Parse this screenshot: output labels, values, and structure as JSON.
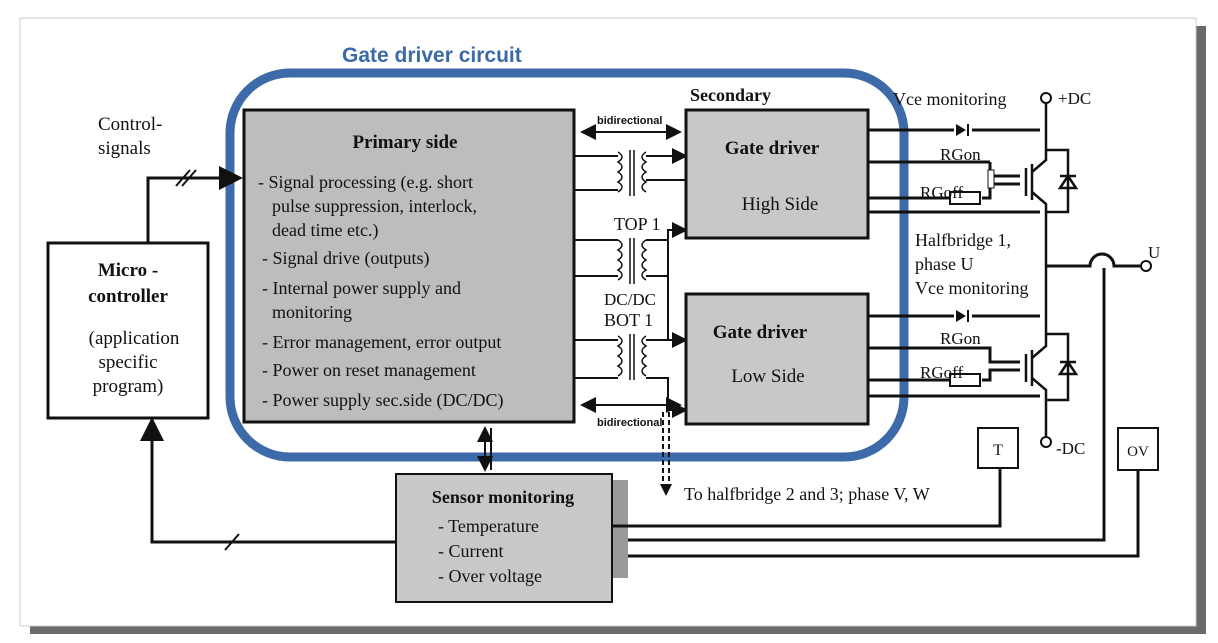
{
  "title": "Gate driver circuit",
  "control_signals": [
    "Control-",
    "signals"
  ],
  "microcontroller": {
    "lines": [
      "Micro -",
      "controller"
    ],
    "sub": [
      "(application",
      "specific",
      "program)"
    ]
  },
  "primary": {
    "title": "Primary side",
    "items": [
      "- Signal processing  (e.g. short",
      "pulse suppression, interlock,",
      "dead time etc.)",
      "- Signal drive (outputs)",
      "- Internal power supply and",
      "monitoring",
      "- Error management, error output",
      "- Power on reset management",
      "- Power supply sec.side (DC/DC)"
    ]
  },
  "secondary_label": "Secondary",
  "bidirectional_top": "bidirectional",
  "bidirectional_bottom": "bidirectional",
  "top1": "TOP 1",
  "dcdc": "DC/DC",
  "bot1": "BOT 1",
  "gd_high": {
    "title": "Gate driver",
    "sub": "High Side"
  },
  "gd_low": {
    "title": "Gate driver",
    "sub": "Low Side"
  },
  "vce_top": "Vce monitoring",
  "vce_bottom": "Vce monitoring",
  "plus_dc": "+DC",
  "minus_dc": "-DC",
  "rgon_top": "RGon",
  "rgoff_top": "RGoff",
  "rgon_bottom": "RGon",
  "rgoff_bottom": "RGoff",
  "halfbridge": [
    "Halfbridge 1,",
    "phase U"
  ],
  "u_label": "U",
  "t_label": "T",
  "ov_label": "OV",
  "sensor": {
    "title": "Sensor monitoring",
    "items": [
      "- Temperature",
      "- Current",
      "- Over voltage"
    ]
  },
  "to_halfbridge": "To halfbridge 2 and 3; phase V, W"
}
